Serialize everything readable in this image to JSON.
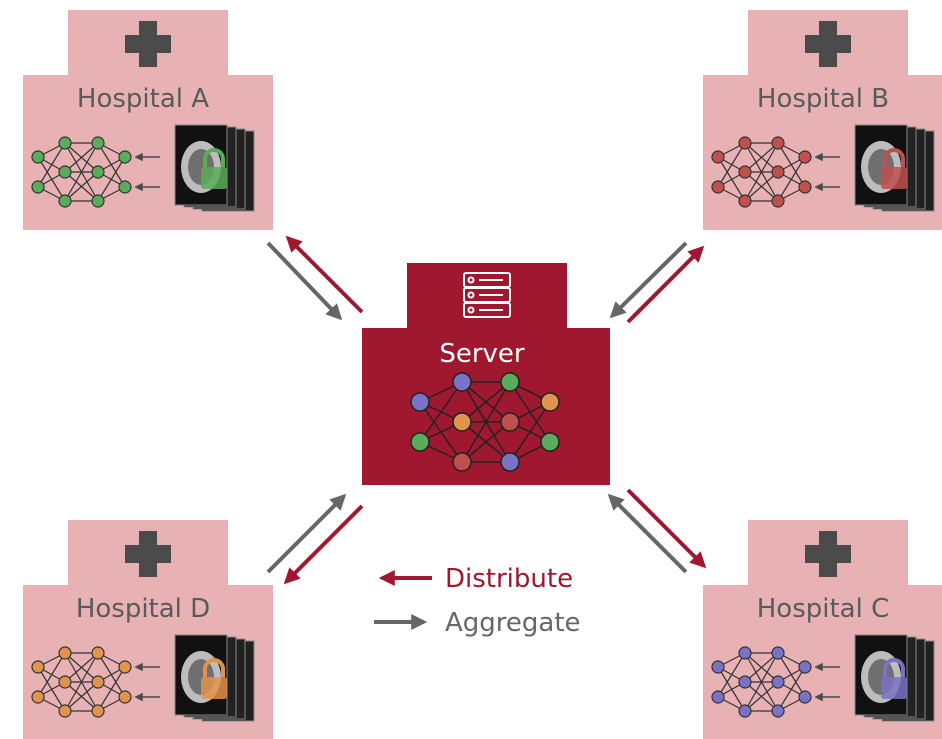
{
  "server": {
    "label": "Server"
  },
  "hospitals": [
    {
      "key": "a",
      "label": "Hospital A",
      "color": "#5aab5a"
    },
    {
      "key": "b",
      "label": "Hospital B",
      "color": "#c0504d"
    },
    {
      "key": "d",
      "label": "Hospital D",
      "color": "#e0934a"
    },
    {
      "key": "c",
      "label": "Hospital C",
      "color": "#7a72c4"
    }
  ],
  "legend": {
    "distribute": {
      "label": "Distribute",
      "color": "#a01830"
    },
    "aggregate": {
      "label": "Aggregate",
      "color": "#666666"
    }
  },
  "colors": {
    "hospital_bg": "#e8b2b4",
    "server_bg": "#a01830",
    "cross": "#4b4b4b"
  },
  "icons": [
    "medical-cross-icon",
    "neural-network-icon",
    "ct-scan-icon",
    "lock-icon",
    "server-rack-icon",
    "arrow-icon"
  ]
}
